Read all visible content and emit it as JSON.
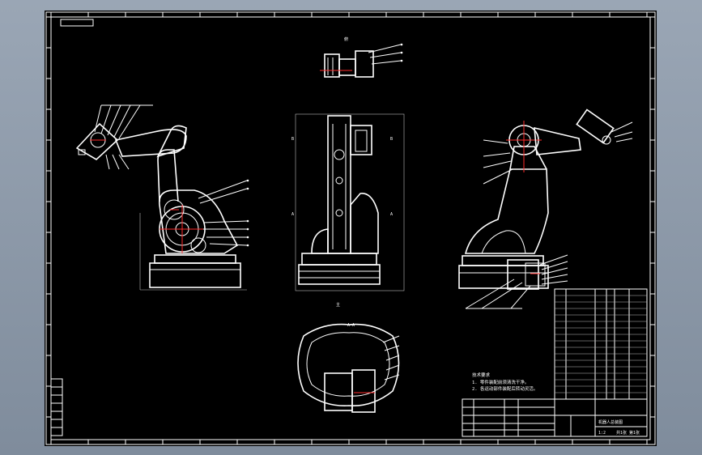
{
  "drawing": {
    "view_marks": {
      "top": "俯",
      "front": "主",
      "left_a": "A",
      "right_a": "A",
      "left_b": "B",
      "right_b": "B",
      "section": "A-A"
    },
    "notes_title": "技术要求",
    "notes": [
      "1. 零件装配前须清洗干净。",
      "2. 各运动部件装配后转动灵活。"
    ],
    "title_block": {
      "name": "机器人总装图",
      "scale": "1:2",
      "sheet": "共1张 第1张"
    }
  }
}
